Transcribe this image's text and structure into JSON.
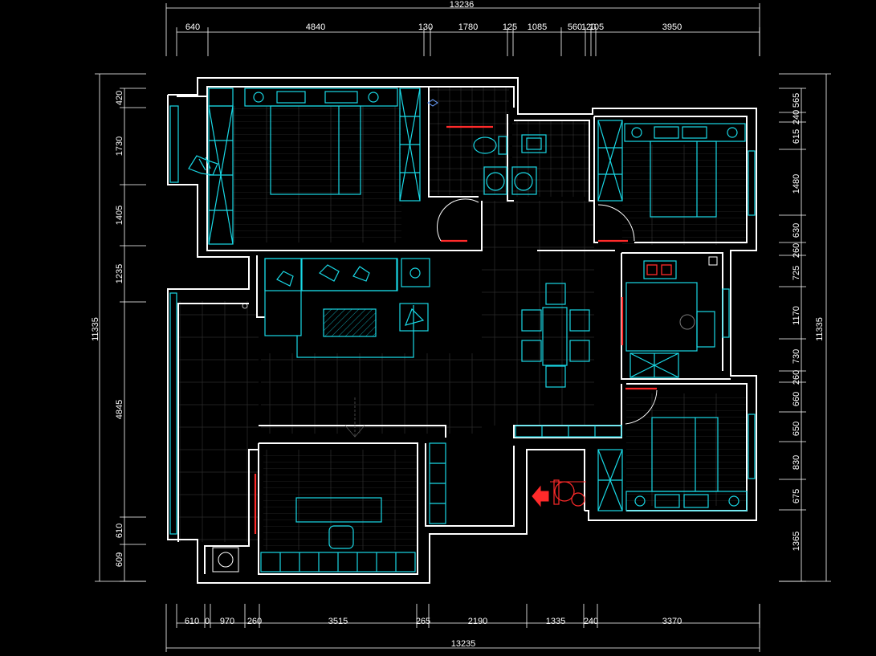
{
  "dimensions": {
    "top_total": "13236",
    "bottom_total": "13235",
    "left_total": "11335",
    "right_total": "11335",
    "top": [
      "640",
      "4840",
      "130",
      "1780",
      "125",
      "1085",
      "560",
      "120",
      "105",
      "3950"
    ],
    "bottom": [
      "610",
      "0",
      "970",
      "260",
      "3515",
      "265",
      "2190",
      "1335",
      "240",
      "3370"
    ],
    "left": [
      "420",
      "1730",
      "1405",
      "1235",
      "4845",
      "610",
      "609"
    ],
    "right": [
      "565",
      "240",
      "615",
      "1480",
      "630",
      "260",
      "725",
      "1170",
      "730",
      "260",
      "660",
      "650",
      "830",
      "675",
      "1365"
    ]
  },
  "colors": {
    "background": "#000000",
    "walls": "#ffffff",
    "furniture": "#19d9e6",
    "doors": "#ff2a2a",
    "floor_pattern": "#3a3a3a"
  },
  "icons": [
    "entry-arrow-icon",
    "toilet-icon",
    "washbasin-icon",
    "stove-icon",
    "sofa-icon",
    "bed-icon",
    "dining-table-icon"
  ]
}
